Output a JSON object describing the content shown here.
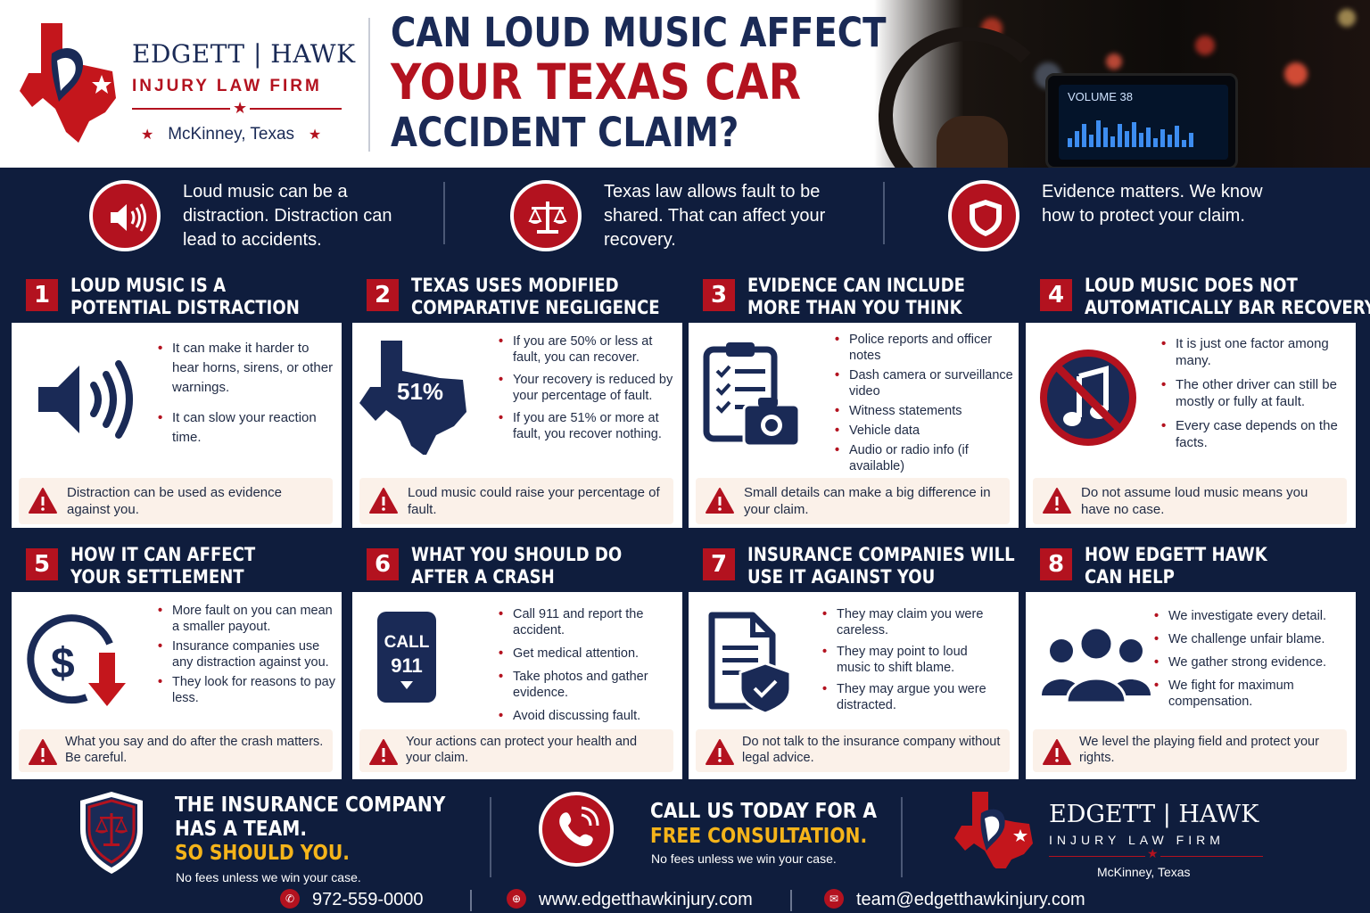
{
  "header": {
    "brand": "EDGETT | HAWK",
    "sub": "INJURY LAW FIRM",
    "location": "McKinney, Texas",
    "title_l1": "CAN LOUD MUSIC AFFECT",
    "title_l2": "YOUR TEXAS CAR",
    "title_l3": "ACCIDENT CLAIM?",
    "screen_label": "VOLUME 38"
  },
  "banner": [
    {
      "icon": "speaker-icon",
      "text": "Loud music can be a distraction. Distraction can lead to accidents."
    },
    {
      "icon": "scales-icon",
      "text": "Texas law allows fault to be shared. That can affect your recovery."
    },
    {
      "icon": "shield-icon",
      "text": "Evidence matters. We know how to protect your claim."
    }
  ],
  "cards": [
    {
      "num": "1",
      "title1": "LOUD MUSIC IS A",
      "title2": "POTENTIAL DISTRACTION",
      "icon": "speaker-icon",
      "items": [
        "It can make it harder to hear horns, sirens, or other warnings.",
        "It can slow your reaction time."
      ],
      "warning": "Distraction can be used as evidence against you."
    },
    {
      "num": "2",
      "title1": "TEXAS USES MODIFIED",
      "title2": "COMPARATIVE NEGLIGENCE",
      "icon": "texas-map-icon",
      "icon_text": "51%",
      "items": [
        "If you are 50% or less at fault, you can recover.",
        "Your recovery is reduced by your percentage of fault.",
        "If you are 51% or more at fault, you recover nothing."
      ],
      "warning": "Loud music could raise your percentage of fault."
    },
    {
      "num": "3",
      "title1": "EVIDENCE CAN INCLUDE",
      "title2": "MORE THAN YOU THINK",
      "icon": "clipboard-camera-icon",
      "items": [
        "Police reports and officer notes",
        "Dash camera or surveillance video",
        "Witness statements",
        "Vehicle data",
        "Audio or radio info (if available)"
      ],
      "warning": "Small details can make a big difference in your claim."
    },
    {
      "num": "4",
      "title1": "LOUD MUSIC DOES NOT",
      "title2": "AUTOMATICALLY BAR RECOVERY",
      "icon": "no-music-icon",
      "items": [
        "It is just one factor among many.",
        "The other driver can still be mostly or fully at fault.",
        "Every case depends on the facts."
      ],
      "warning": "Do not assume loud music means you have no case."
    },
    {
      "num": "5",
      "title1": "HOW IT CAN AFFECT",
      "title2": "YOUR SETTLEMENT",
      "icon": "dollar-down-icon",
      "items": [
        "More fault on you can mean a smaller payout.",
        "Insurance companies use any distraction against you.",
        "They look for reasons to pay less."
      ],
      "warning": "What you say and do after the crash matters. Be careful."
    },
    {
      "num": "6",
      "title1": "WHAT YOU SHOULD DO",
      "title2": "AFTER A CRASH",
      "icon": "phone-call-icon",
      "icon_text1": "CALL",
      "icon_text2": "911",
      "items": [
        "Call 911 and report the accident.",
        "Get medical attention.",
        "Take photos and gather evidence.",
        "Avoid discussing fault."
      ],
      "warning": "Your actions can protect your health and your claim."
    },
    {
      "num": "7",
      "title1": "INSURANCE COMPANIES WILL",
      "title2": "USE IT AGAINST YOU",
      "icon": "document-shield-icon",
      "items": [
        "They may claim you were careless.",
        "They may point to loud music to shift blame.",
        "They may argue you were distracted."
      ],
      "warning": "Do not talk to the insurance company without legal advice."
    },
    {
      "num": "8",
      "title1": "HOW EDGETT HAWK",
      "title2": "CAN HELP",
      "icon": "team-icon",
      "items": [
        "We investigate every detail.",
        "We challenge unfair blame.",
        "We gather strong evidence.",
        "We fight for maximum compensation."
      ],
      "warning": "We level the playing field and protect your rights."
    }
  ],
  "footer": {
    "team_l1": "THE INSURANCE COMPANY",
    "team_l2": "HAS A TEAM.",
    "team_l3": "SO SHOULD YOU.",
    "team_note": "No fees unless we win your case.",
    "call_l1": "CALL US TODAY FOR A",
    "call_l2": "FREE CONSULTATION.",
    "call_note": "No fees unless we win your case.",
    "brand": "EDGETT | HAWK",
    "sub": "INJURY LAW FIRM",
    "location": "McKinney, Texas",
    "phone": "972-559-0000",
    "website": "www.edgetthawkinjury.com",
    "email": "team@edgetthawkinjury.com"
  },
  "colors": {
    "navy": "#0f1d3d",
    "red": "#b3121f",
    "yellow": "#f5b41a"
  }
}
